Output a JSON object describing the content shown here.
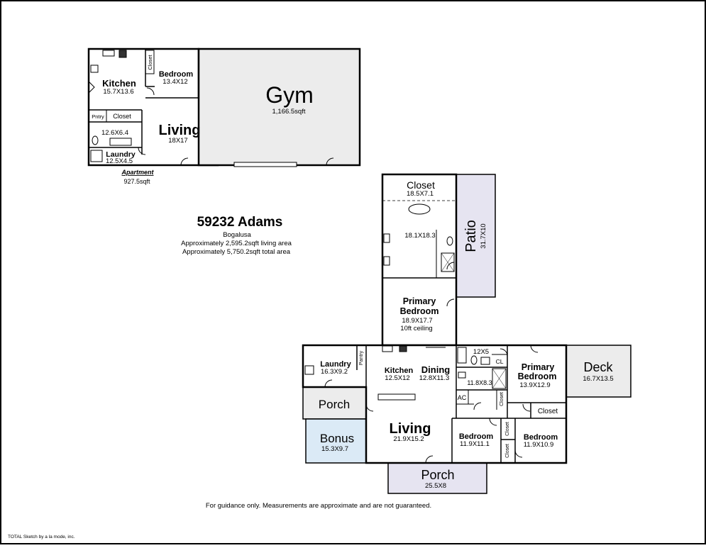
{
  "apartment": {
    "title": "Apartment",
    "area": "927.5sqft",
    "rooms": {
      "kitchen": {
        "name": "Kitchen",
        "dims": "15.7X13.6"
      },
      "bedroom": {
        "name": "Bedroom",
        "dims": "13.4X12"
      },
      "closet_a": {
        "name": "Closet"
      },
      "closet_b": {
        "name": "Closet"
      },
      "pantry": {
        "name": "Pntry"
      },
      "bath": {
        "dims": "12.6X6.4"
      },
      "living": {
        "name": "Living",
        "dims": "18X17"
      },
      "laundry": {
        "name": "Laundry",
        "dims": "12.5X4.5"
      }
    }
  },
  "gym": {
    "name": "Gym",
    "area": "1,166.5sqft"
  },
  "property": {
    "address": "59232 Adams",
    "city": "Bogalusa",
    "living_area": "Approximately 2,595.2sqft living area",
    "total_area": "Approximately 5,750.2sqft total area"
  },
  "main_house": {
    "closet_top": {
      "name": "Closet",
      "dims": "18.5X7.1"
    },
    "primary_bath": {
      "dims": "18.1X18.3"
    },
    "patio": {
      "name": "Patio",
      "dims": "31.7X10"
    },
    "primary_bedroom": {
      "line1": "Primary",
      "line2": "Bedroom",
      "dims": "18.9X17.7",
      "note": "10ft ceiling"
    },
    "laundry": {
      "name": "Laundry",
      "dims": "16.3X9.2"
    },
    "pantry": {
      "name": "Pantry"
    },
    "kitchen": {
      "name": "Kitchen",
      "dims": "12.5X12"
    },
    "dining": {
      "name": "Dining",
      "dims": "12.8X11.3"
    },
    "bath_a": {
      "dims": "12X5"
    },
    "cl": {
      "name": "CL"
    },
    "bath_b": {
      "dims": "11.8X8.3"
    },
    "ac": {
      "name": "AC"
    },
    "closet_small": {
      "name": "Closet"
    },
    "primary_bedroom_2": {
      "line1": "Primary",
      "line2": "Bedroom",
      "dims": "13.9X12.9"
    },
    "deck": {
      "name": "Deck",
      "dims": "16.7X13.5"
    },
    "closet_right": {
      "name": "Closet"
    },
    "porch_left": {
      "name": "Porch"
    },
    "bonus": {
      "name": "Bonus",
      "dims": "15.3X9.7"
    },
    "living": {
      "name": "Living",
      "dims": "21.9X15.2"
    },
    "bedroom_a": {
      "name": "Bedroom",
      "dims": "11.9X11.1"
    },
    "closet_v1": {
      "name": "Closet"
    },
    "closet_v2": {
      "name": "Closet"
    },
    "bedroom_b": {
      "name": "Bedroom",
      "dims": "11.9X10.9"
    },
    "porch_bottom": {
      "name": "Porch",
      "dims": "25.5X8"
    }
  },
  "disclaimer": "For guidance only. Measurements are approximate and are not guaranteed.",
  "credit": "TOTAL Sketch by a la mode, inc."
}
